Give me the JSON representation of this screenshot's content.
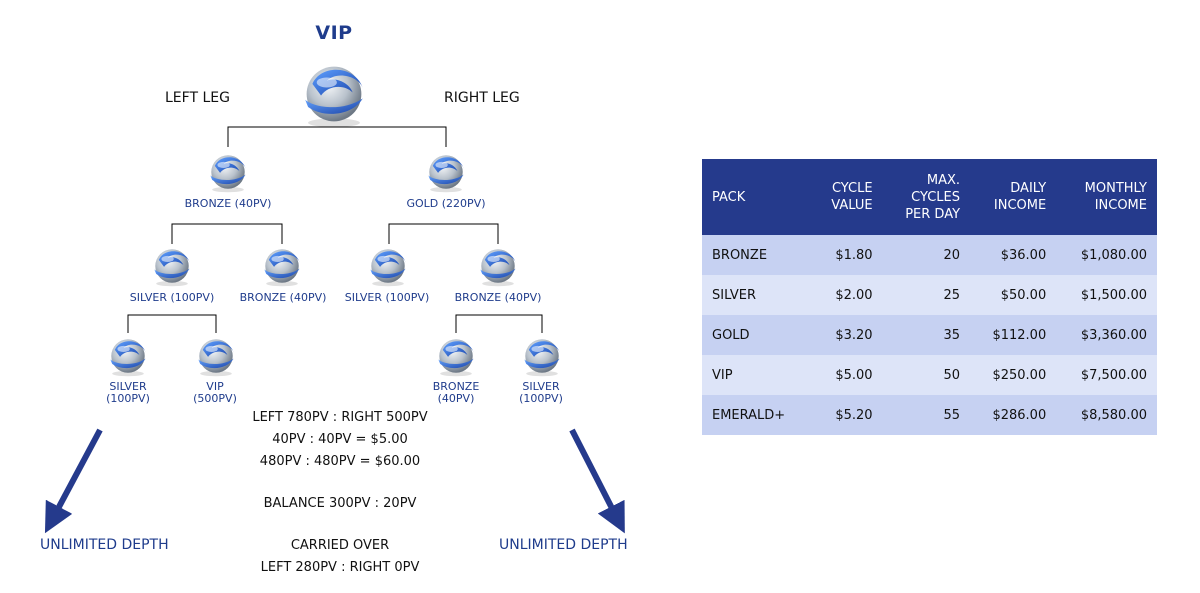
{
  "tree": {
    "root_title": "VIP",
    "left_leg": "LEFT LEG",
    "right_leg": "RIGHT LEG",
    "nodes": [
      {
        "label": "BRONZE (40PV)"
      },
      {
        "label": "GOLD (220PV)"
      },
      {
        "label": "SILVER (100PV)"
      },
      {
        "label": "BRONZE (40PV)"
      },
      {
        "label": "SILVER (100PV)"
      },
      {
        "label": "BRONZE (40PV)"
      },
      {
        "label_lines": [
          "SILVER",
          "(100PV)"
        ]
      },
      {
        "label_lines": [
          "VIP",
          "(500PV)"
        ]
      },
      {
        "label_lines": [
          "BRONZE",
          "(40PV)"
        ]
      },
      {
        "label_lines": [
          "SILVER",
          "(100PV)"
        ]
      }
    ],
    "calc_lines": [
      "LEFT 780PV : RIGHT 500PV",
      "40PV : 40PV = $5.00",
      "480PV : 480PV = $60.00",
      "BALANCE 300PV : 20PV",
      "CARRIED OVER",
      "LEFT 280PV : RIGHT 0PV"
    ],
    "unlimited_left": "UNLIMITED DEPTH",
    "unlimited_right": "UNLIMITED DEPTH",
    "colors": {
      "brand_blue": "#1f3c8c",
      "globe_blue": "#1e5fc4",
      "globe_silver": "#b9c2cc"
    }
  },
  "table": {
    "headers": [
      {
        "lines": [
          "PACK"
        ]
      },
      {
        "lines": [
          "CYCLE",
          "VALUE"
        ]
      },
      {
        "lines": [
          "MAX.",
          "CYCLES",
          "PER DAY"
        ]
      },
      {
        "lines": [
          "DAILY",
          "INCOME"
        ]
      },
      {
        "lines": [
          "MONTHLY",
          "INCOME"
        ]
      }
    ],
    "rows": [
      [
        "BRONZE",
        "$1.80",
        "20",
        "$36.00",
        "$1,080.00"
      ],
      [
        "SILVER",
        "$2.00",
        "25",
        "$50.00",
        "$1,500.00"
      ],
      [
        "GOLD",
        "$3.20",
        "35",
        "$112.00",
        "$3,360.00"
      ],
      [
        "VIP",
        "$5.00",
        "50",
        "$250.00",
        "$7,500.00"
      ],
      [
        "EMERALD+",
        "$5.20",
        "55",
        "$286.00",
        "$8,580.00"
      ]
    ],
    "colors": {
      "header_bg": "#253a8c",
      "row_odd": "#c6d1f2",
      "row_even": "#dde4f8"
    }
  }
}
